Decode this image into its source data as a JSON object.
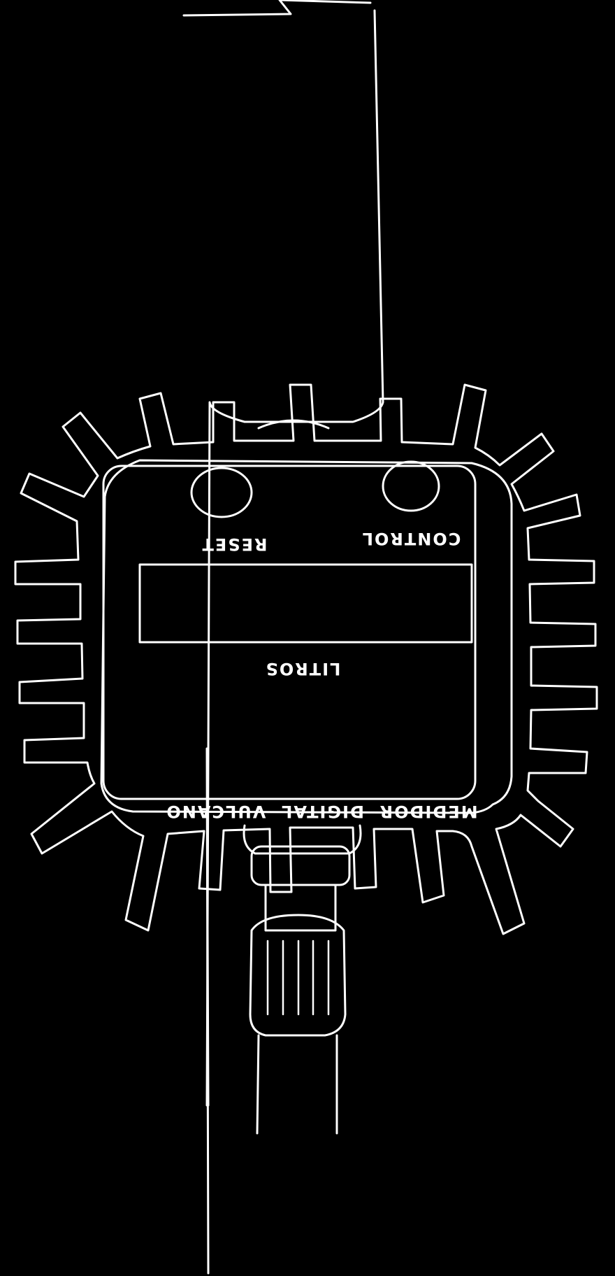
{
  "device": {
    "reset_label": "RESET",
    "control_label": "CONTROL",
    "unit_label": "LITROS",
    "brand_label": "MEDIDOR  DIGITAL  VULCANO"
  },
  "colors": {
    "background": "#000000",
    "line": "#ffffff"
  }
}
